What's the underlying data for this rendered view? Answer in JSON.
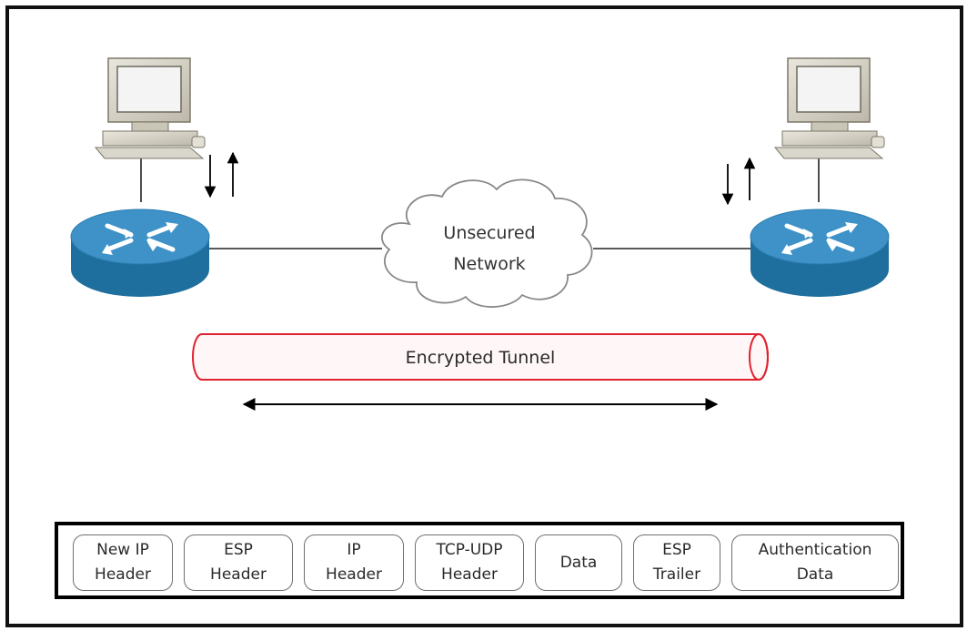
{
  "cloud_label": [
    "Unsecured",
    "Network"
  ],
  "tunnel_label": "Encrypted Tunnel",
  "colors": {
    "router_top": "#3e92c7",
    "router_side": "#1f6f9e",
    "tunnel_stroke": "#e0212f",
    "cloud_stroke": "#888888",
    "packet_border": "#000000"
  },
  "icons": {
    "left_computer": "desktop-computer-icon",
    "right_computer": "desktop-computer-icon",
    "left_router": "router-icon",
    "right_router": "router-icon",
    "cloud": "cloud-icon"
  },
  "packet_fields": [
    {
      "key": "new_ip_header",
      "label": "New IP\nHeader"
    },
    {
      "key": "esp_header",
      "label": "ESP\nHeader"
    },
    {
      "key": "ip_header",
      "label": "IP\nHeader"
    },
    {
      "key": "tcp_udp_header",
      "label": "TCP-UDP\nHeader"
    },
    {
      "key": "data",
      "label": "Data"
    },
    {
      "key": "esp_trailer",
      "label": "ESP\nTrailer"
    },
    {
      "key": "auth_data",
      "label": "Authentication\nData"
    }
  ]
}
